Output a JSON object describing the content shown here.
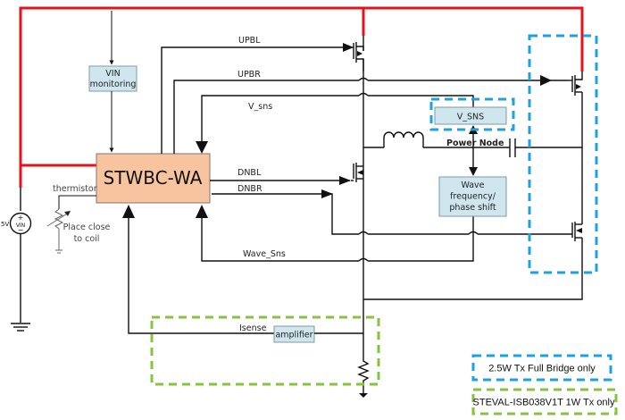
{
  "title": "STWBC-WA wireless charger transmitter block diagram",
  "colors": {
    "supply_rail": "#e8101a",
    "full_bridge_region": "#1aa3e0",
    "one_watt_region": "#86c440",
    "controller_fill": "#f8c4a0",
    "block_fill": "#cfe6ee"
  },
  "blocks": {
    "controller": "STWBC-WA",
    "vin_monitoring": [
      "VIN",
      "monitoring"
    ],
    "v_sns": "V_SNS",
    "wave": [
      "Wave",
      "frequency/",
      "phase shift"
    ],
    "amplifier": "amplifier"
  },
  "signals": {
    "upbl": "UPBL",
    "upbr": "UPBR",
    "v_sns": "V_sns",
    "dnbl": "DNBL",
    "dnbr": "DNBR",
    "wave_sns": "Wave_Sns",
    "isense": "Isense",
    "power_node": "Power Node"
  },
  "source": {
    "voltage": "5V",
    "name": "VIN",
    "plus": "+",
    "minus": "−"
  },
  "thermistor": {
    "label": "thermistor",
    "note": [
      "Place close",
      "to coil"
    ]
  },
  "legend": [
    {
      "label": "2.5W Tx Full Bridge only",
      "color": "#1aa3e0"
    },
    {
      "label": "STEVAL-ISB038V1T 1W Tx only",
      "color": "#86c440"
    }
  ]
}
